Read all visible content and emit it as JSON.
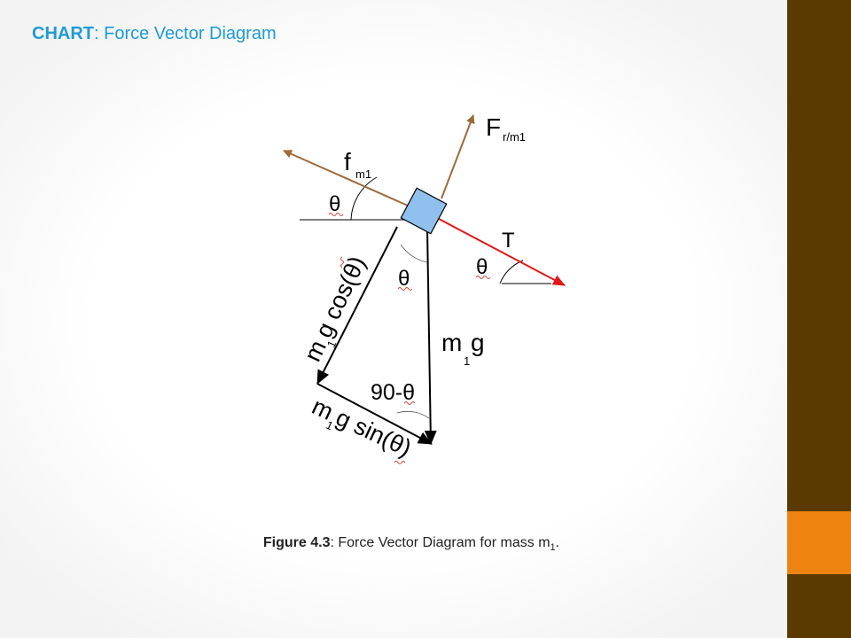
{
  "title": {
    "prefix": "CHART",
    "text": ": Force Vector Diagram"
  },
  "caption": {
    "prefix": "Figure 4.3",
    "text": ": Force Vector Diagram for mass m",
    "subscript": "1",
    "end": "."
  },
  "labels": {
    "friction": {
      "main": "f",
      "sub": "m1"
    },
    "normal": {
      "main": "F",
      "sub": "r/m1"
    },
    "tension": "T",
    "theta": "θ",
    "weight": {
      "a": "m",
      "b": "1",
      "c": "g"
    },
    "cos_component": {
      "a": "m",
      "b": "1",
      "c": "g cos(",
      "d": "θ",
      "e": ")"
    },
    "sin_component": {
      "a": "m",
      "b": "1",
      "c": "g sin(",
      "d": "θ",
      "e": ")"
    },
    "complement": "90-θ"
  },
  "colors": {
    "title": "#1f9bd6",
    "friction": "#9c6a3a",
    "normal": "#9c6a3a",
    "tension": "#e01818",
    "block": "#8fc0ee",
    "sidebar": "#5a3a00",
    "accent": "#ef8312"
  }
}
